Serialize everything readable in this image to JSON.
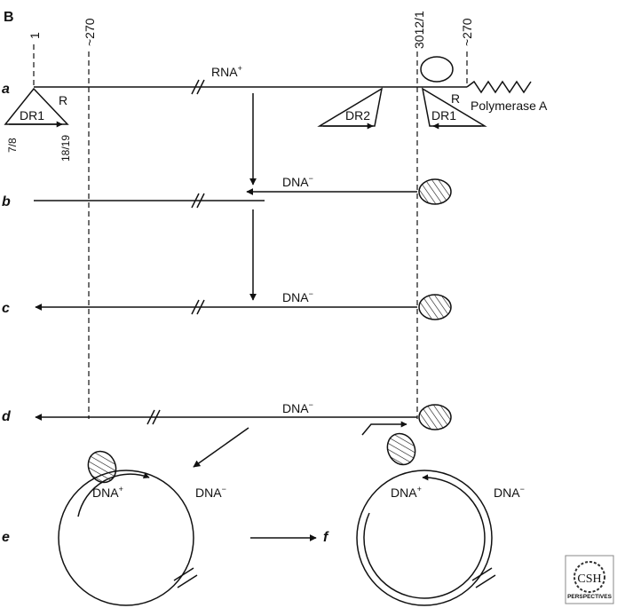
{
  "panel_label": "B",
  "positions": {
    "left_start": "1",
    "left_270": "~270",
    "right_3012": "3012/1",
    "right_270": "~270"
  },
  "row_labels": {
    "a": "a",
    "b": "b",
    "c": "c",
    "d": "d",
    "e": "e",
    "f": "f"
  },
  "strand_labels": {
    "rna_plus": "RNA",
    "rna_sup": "+",
    "dna_minus_b": "DNA",
    "dna_minus_c": "DNA",
    "dna_minus_d": "DNA",
    "dna_minus_e": "DNA",
    "dna_plus_e": "DNA",
    "dna_minus_f": "DNA",
    "dna_plus_f": "DNA",
    "minus_sup": "−",
    "plus_sup": "+"
  },
  "elements": {
    "dr1_left": "DR1",
    "dr2": "DR2",
    "dr1_right": "DR1",
    "r_left": "R",
    "r_right": "R",
    "pos_7_8": "7/8",
    "pos_18_19": "18/19",
    "polymerase": "Polymerase A"
  },
  "logo": {
    "line1": "CSH",
    "line2": "PERSPECTIVES"
  },
  "colors": {
    "ink": "#111111",
    "logo_red": "#9b1b1b"
  }
}
